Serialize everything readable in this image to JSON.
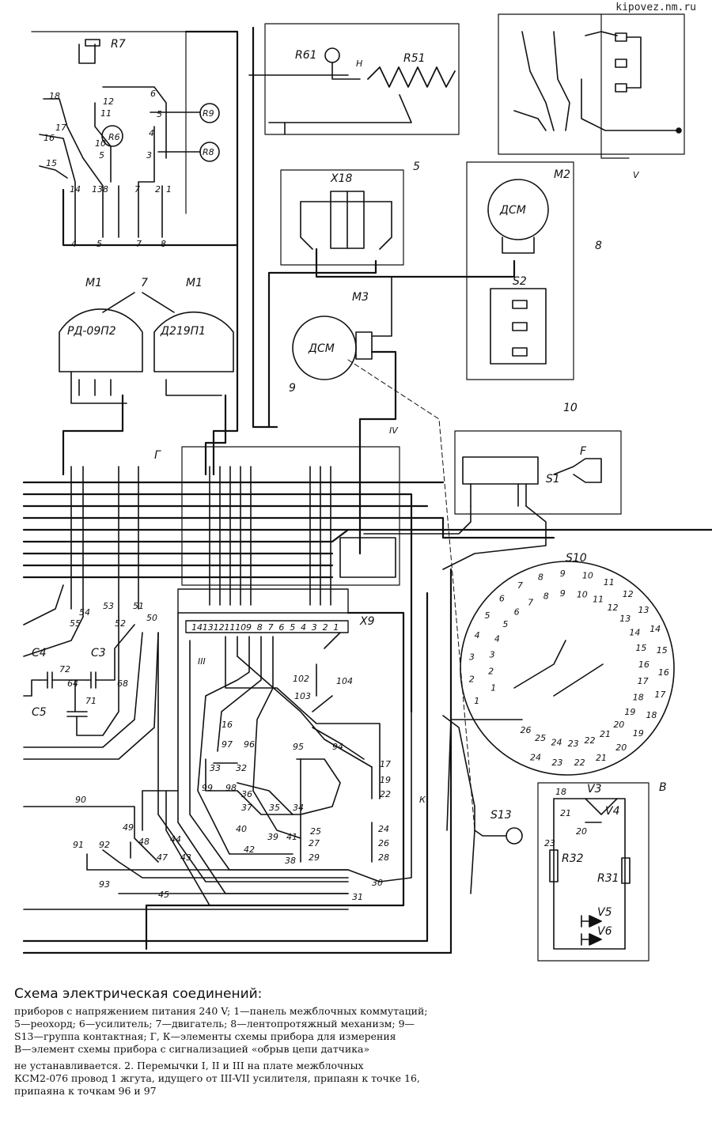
{
  "watermark": "kipovez.nm.ru",
  "caption": {
    "title": "Схема электрическая соединений:",
    "lines": [
      "приборов с напряжением питания 240 V; 1—панель межблочных коммутаций;",
      "5—реохорд; 6—усилитель; 7—двигатель; 8—лентопротяжный механизм; 9—",
      "S13—группа контактная; Г, К—элементы схемы прибора для измерения",
      "В—элемент схемы прибора с сигнализацией «обрыв цепи датчика»",
      "не устанавливается. 2. Перемычки I, II и III на плате межблочных",
      "КСМ2-076 провод 1 жгута, идущего от III-VII усилителя, припаян к точке 16,",
      "припаяна к точкам 96 и 97"
    ]
  },
  "labels": {
    "r7": "R7",
    "r6": "R6",
    "r8": "R8",
    "r9": "R9",
    "r61": "R61",
    "r51": "R51",
    "x18": "X18",
    "m2": "M2",
    "m1": "M1",
    "m3": "M3",
    "dsm": "ДСМ",
    "s2": "S2",
    "motor_a": "РД-09П2",
    "motor_b": "Д219П1",
    "s1": "S1",
    "f": "F",
    "s10": "S10",
    "x9": "X9",
    "s13": "S13",
    "v3": "V3",
    "v4": "V4",
    "v5": "V5",
    "v6": "V6",
    "r31": "R31",
    "r32": "R32",
    "c3": "C3",
    "c4": "C4",
    "c5": "C5",
    "g": "Г",
    "k": "К",
    "b": "В",
    "roman_iii": "III",
    "roman_iv": "IV",
    "roman_v": "V",
    "h": "Н",
    "n5": "5",
    "n7": "7",
    "n8": "8",
    "n9": "9",
    "n10": "10"
  },
  "numbers": {
    "r7_block": [
      "18",
      "17",
      "16",
      "15",
      "12",
      "11",
      "10",
      "5",
      "6",
      "5",
      "4",
      "3",
      "14",
      "13",
      "8",
      "7",
      "2",
      "1",
      "4",
      "5",
      "7",
      "8"
    ],
    "x9_pins": [
      "14",
      "13",
      "12",
      "11",
      "10",
      "9",
      "8",
      "7",
      "6",
      "5",
      "4",
      "3",
      "2",
      "1"
    ],
    "s10_outer": [
      "1",
      "2",
      "3",
      "4",
      "5",
      "6",
      "7",
      "8",
      "9",
      "10",
      "11",
      "12",
      "13",
      "14",
      "15",
      "16",
      "17",
      "18",
      "19",
      "20",
      "21",
      "22",
      "23",
      "24"
    ],
    "s10_inner": [
      "1",
      "2",
      "3",
      "4",
      "5",
      "6",
      "7",
      "8",
      "9",
      "10",
      "11",
      "12",
      "13",
      "14",
      "15",
      "16",
      "17",
      "18",
      "19",
      "20",
      "21",
      "22",
      "23",
      "24",
      "25",
      "26"
    ],
    "misc": [
      "54",
      "55",
      "53",
      "52",
      "51",
      "50",
      "72",
      "64",
      "68",
      "71",
      "90",
      "49",
      "48",
      "47",
      "43",
      "44",
      "45",
      "91",
      "92",
      "93",
      "31",
      "30",
      "102",
      "104",
      "103",
      "16",
      "97",
      "96",
      "95",
      "94",
      "33",
      "32",
      "99",
      "98",
      "36",
      "37",
      "35",
      "34",
      "40",
      "39",
      "42",
      "41",
      "38",
      "25",
      "27",
      "29",
      "24",
      "26",
      "28",
      "17",
      "19",
      "22",
      "18",
      "21",
      "20",
      "23"
    ]
  }
}
